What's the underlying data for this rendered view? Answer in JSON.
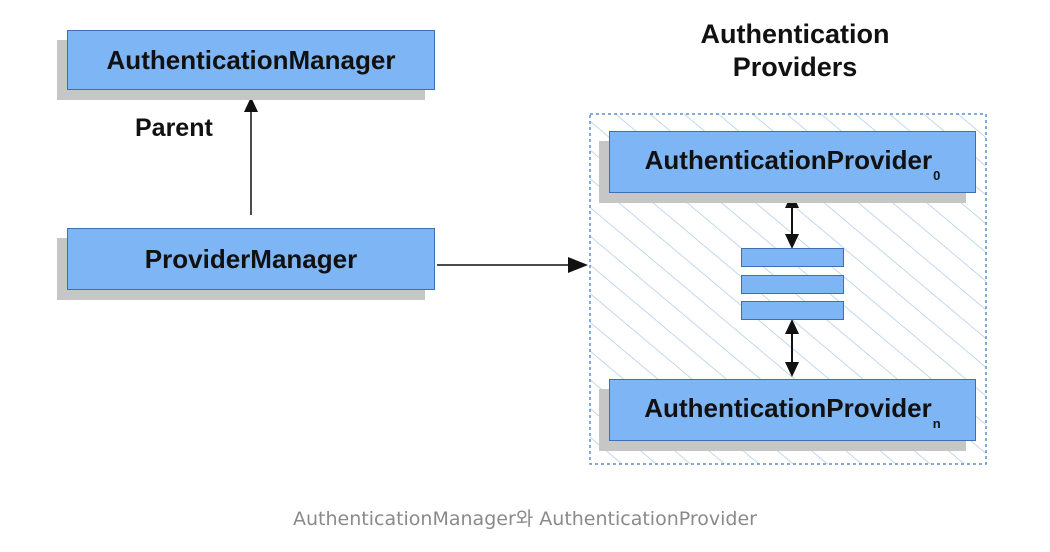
{
  "diagram": {
    "nodes": {
      "authentication_manager": "AuthenticationManager",
      "provider_manager": "ProviderManager",
      "provider_first": {
        "name": "AuthenticationProvider",
        "subscript": "0"
      },
      "provider_last": {
        "name": "AuthenticationProvider",
        "subscript": "n"
      }
    },
    "labels": {
      "parent": "Parent",
      "group_title_line1": "Authentication",
      "group_title_line2": "Providers"
    },
    "colors": {
      "box_fill": "#7eb5f5",
      "box_border": "#3f6fb0",
      "shadow": "#c6c6c6",
      "hatch": "#a8c8ea",
      "group_border": "#5b8ed0"
    }
  },
  "caption": "AuthenticationManager와 AuthenticationProvider"
}
